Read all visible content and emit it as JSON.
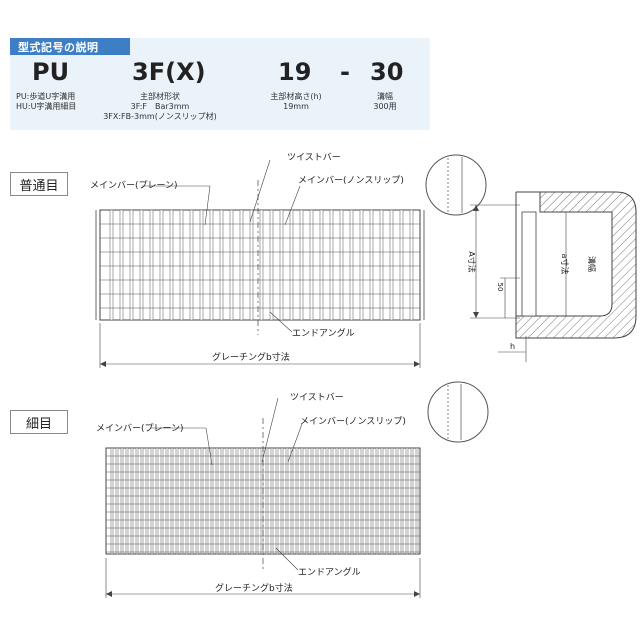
{
  "header": {
    "title": "型式記号の説明",
    "codes": {
      "type": "PU",
      "material": "3F(X)",
      "height": "19",
      "dash": "-",
      "width": "30"
    },
    "type_desc": [
      "PU:歩道U字溝用",
      "HU:U字溝用細目"
    ],
    "material_desc": [
      "主部材形状",
      "3F:F　Bar3mm",
      "3FX:FB-3mm(ノンスリップ材)"
    ],
    "height_desc": [
      "主部材高さ(h)",
      "19mm"
    ],
    "width_desc": [
      "溝幅",
      "300用"
    ]
  },
  "sections": {
    "normal": {
      "label": "普通目",
      "twist_bar": "ツイストバー",
      "main_bar_plain": "メインバー(プレーン)",
      "main_bar_nonslip": "メインバー(ノンスリップ)",
      "end_angle": "エンドアングル",
      "grating_b": "グレーチングb寸法"
    },
    "fine": {
      "label": "細目",
      "twist_bar": "ツイストバー",
      "main_bar_plain": "メインバー(プレーン)",
      "main_bar_nonslip": "メインバー(ノンスリップ)",
      "end_angle": "エンドアングル",
      "grating_b": "グレーチングb寸法"
    }
  },
  "section_view": {
    "a_dim": "A寸法",
    "a_small": "a寸法",
    "gutter_width": "溝幅",
    "fifty": "50",
    "h": "h"
  }
}
